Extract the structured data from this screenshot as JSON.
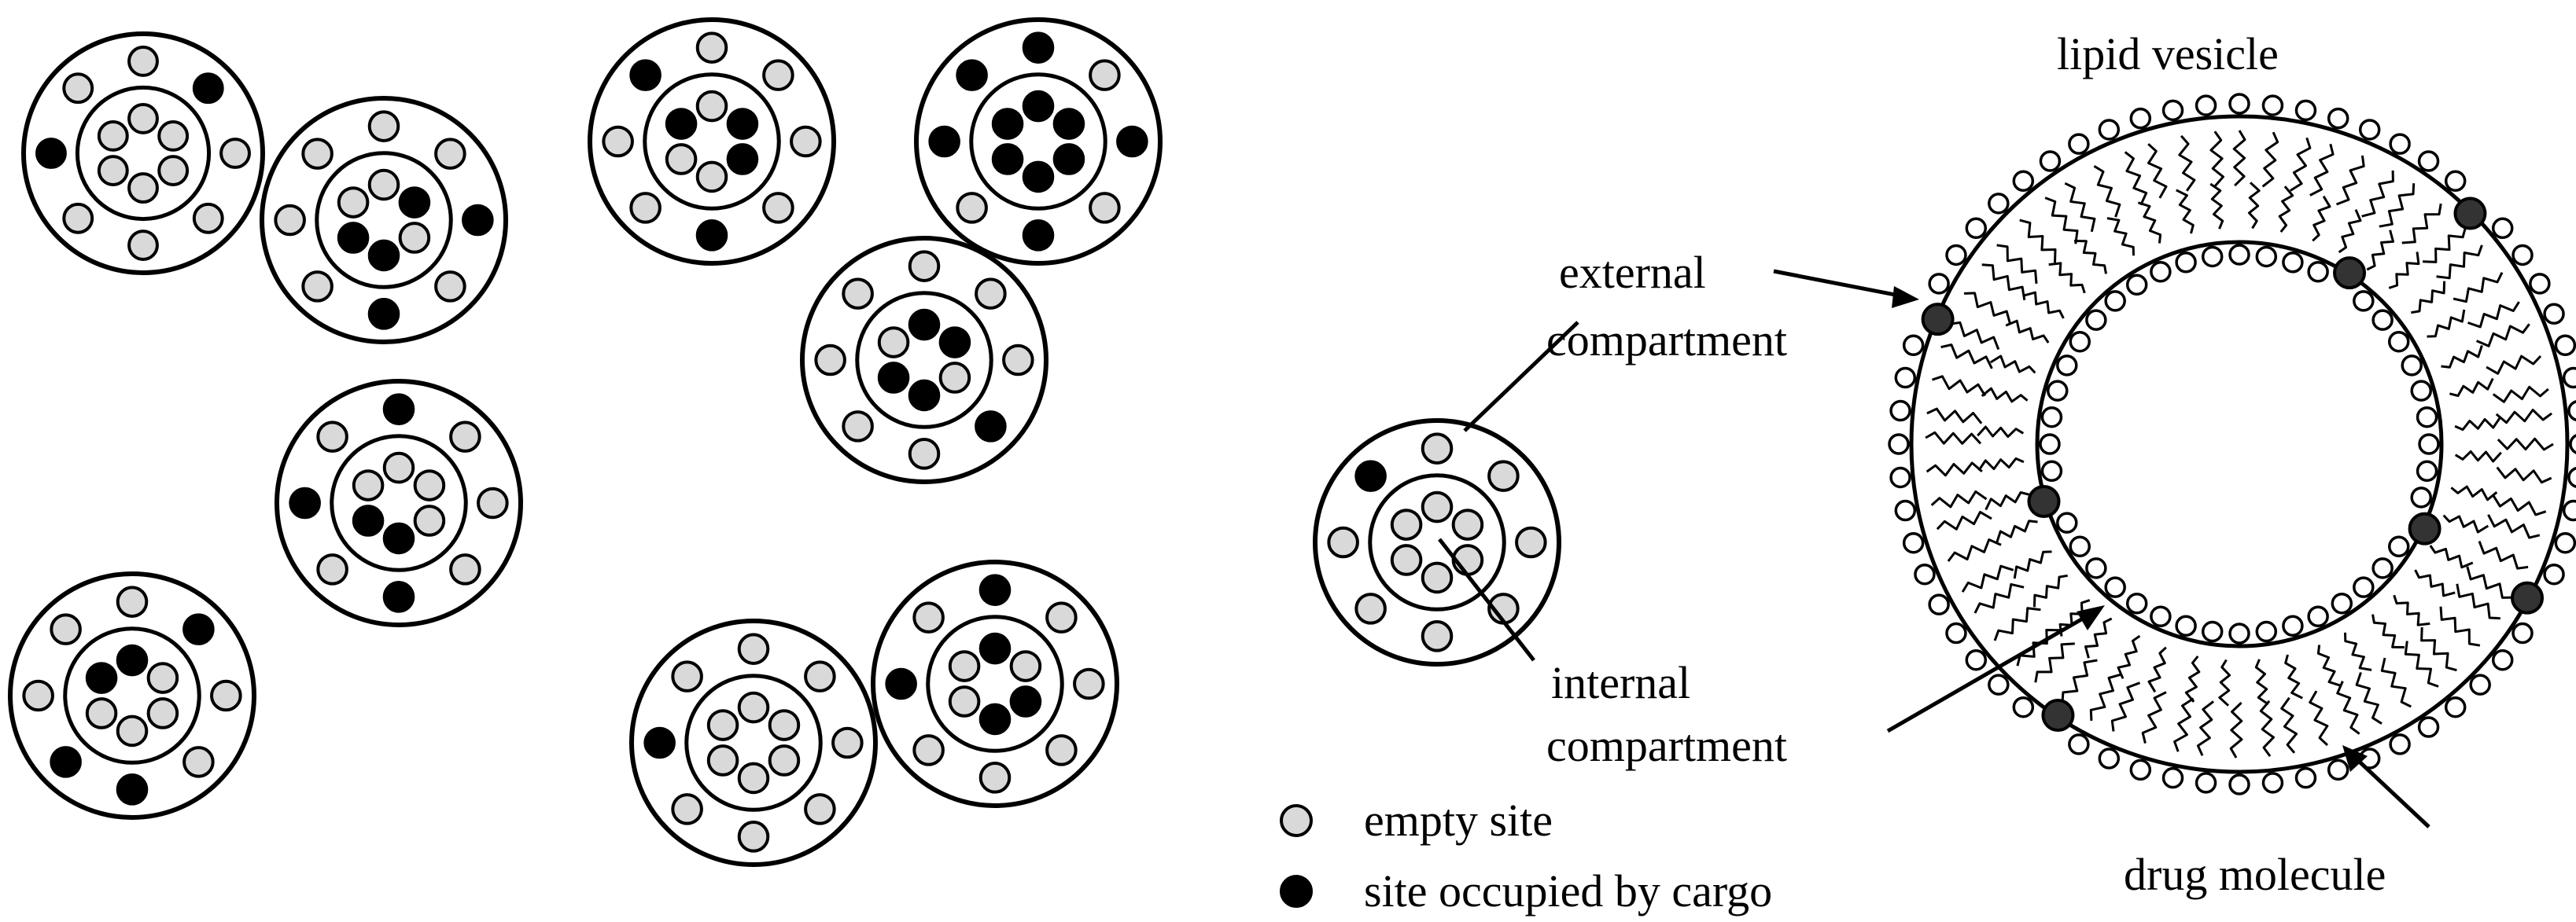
{
  "labels": {
    "lipid_vesicle": "lipid vesicle",
    "external_line1": "external",
    "external_line2": "compartment",
    "internal_line1": "internal",
    "internal_line2": "compartment",
    "drug_molecule": "drug molecule"
  },
  "legend": {
    "empty": "empty site",
    "occupied": "site occupied by cargo"
  },
  "colors": {
    "empty_site": "#d9d9d9",
    "occupied_site": "#000000",
    "drug": "#333333",
    "line": "#000000"
  },
  "particles": [
    {
      "name": "particle-1",
      "outer": [
        1,
        0,
        1,
        1,
        1,
        1,
        0,
        1
      ],
      "inner": [
        1,
        1,
        1,
        1,
        1,
        1
      ]
    },
    {
      "name": "particle-2",
      "outer": [
        1,
        1,
        0,
        1,
        0,
        1,
        1,
        1
      ],
      "inner": [
        1,
        0,
        1,
        0,
        0,
        1
      ]
    },
    {
      "name": "particle-3",
      "outer": [
        1,
        1,
        1,
        1,
        0,
        1,
        1,
        0
      ],
      "inner": [
        1,
        0,
        0,
        1,
        1,
        0
      ]
    },
    {
      "name": "particle-4",
      "outer": [
        0,
        1,
        0,
        1,
        0,
        1,
        0,
        0
      ],
      "inner": [
        0,
        0,
        0,
        0,
        0,
        0
      ]
    },
    {
      "name": "particle-5",
      "outer": [
        1,
        1,
        1,
        0,
        1,
        1,
        1,
        1
      ],
      "inner": [
        0,
        0,
        1,
        0,
        0,
        1
      ]
    },
    {
      "name": "particle-6",
      "outer": [
        0,
        1,
        1,
        1,
        0,
        1,
        0,
        1
      ],
      "inner": [
        1,
        1,
        1,
        0,
        0,
        1
      ]
    },
    {
      "name": "particle-7",
      "outer": [
        1,
        0,
        1,
        1,
        0,
        0,
        1,
        1
      ],
      "inner": [
        0,
        1,
        1,
        1,
        1,
        0
      ]
    },
    {
      "name": "particle-8",
      "outer": [
        1,
        1,
        1,
        1,
        1,
        1,
        0,
        1
      ],
      "inner": [
        1,
        1,
        1,
        1,
        1,
        1
      ]
    },
    {
      "name": "particle-9",
      "outer": [
        0,
        1,
        1,
        1,
        1,
        1,
        0,
        1
      ],
      "inner": [
        0,
        1,
        0,
        0,
        1,
        1
      ]
    },
    {
      "name": "particle-example",
      "outer": [
        1,
        1,
        1,
        1,
        1,
        1,
        1,
        0
      ],
      "inner": [
        1,
        1,
        1,
        1,
        1,
        1
      ]
    }
  ],
  "vesicle": {
    "head_count": 64,
    "inner_head_count": 44,
    "drug_outer": [
      8,
      21,
      38,
      52
    ],
    "drug_inner": [
      4,
      14,
      31
    ]
  }
}
